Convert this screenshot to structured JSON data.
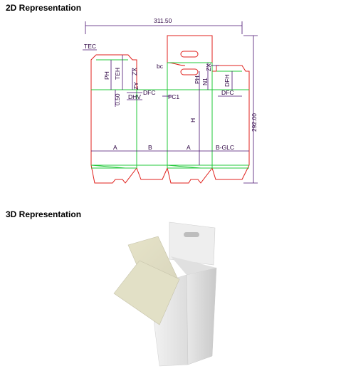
{
  "sections": {
    "two_d_title": "2D Representation",
    "three_d_title": "3D Representation"
  },
  "dimensions": {
    "width": "311.50",
    "height": "292.00",
    "tec": "TEC",
    "ph_left": "PH",
    "teh": "TEH",
    "zx_left": "ZX",
    "zx_right": "ZX",
    "zy_left": "ZY",
    "dfc_left": "DFC",
    "dfc_right": "DFC",
    "dhv": "DHV",
    "fc1": "FC1",
    "val_050": "0.50",
    "h": "H",
    "a_left": "A",
    "b": "B",
    "a_right": "A",
    "b_glc": "B-GLC",
    "ph_right": "PH",
    "dfh": "DFH",
    "hn": "N1",
    "bc": "bc"
  },
  "colors": {
    "cut_line": "#e0201c",
    "crease_line": "#22c83a",
    "dimension_line": "#4a1070",
    "box_face": "#e6e6e6",
    "flap": "#e4e2c8"
  }
}
